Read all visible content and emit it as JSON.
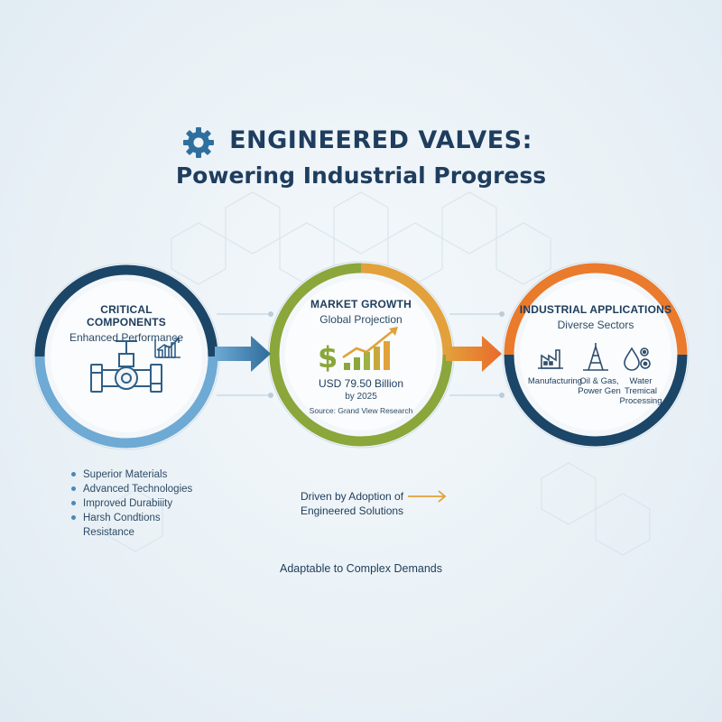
{
  "title": {
    "line1": "ENGINEERED VALVES:",
    "line2": "Powering Industrial Progress",
    "icon": "gear-icon"
  },
  "circles": [
    {
      "heading": "CRITICAL COMPONENTS",
      "subheading": "Enhanced Performance",
      "icons": [
        "valve-icon",
        "bar-chart-icon"
      ],
      "colors": {
        "top": "#1c4668",
        "bottom": "#6eaad4"
      }
    },
    {
      "heading": "MARKET GROWTH",
      "subheading": "Global Projection",
      "value": "USD 79.50 Billion",
      "year": "by 2025",
      "source": "Source: Grand View Research",
      "icons": [
        "dollar-icon",
        "growth-chart-icon"
      ],
      "colors": {
        "left": "#8ba63a",
        "right": "#e2a13a"
      }
    },
    {
      "heading": "INDUSTRIAL APPLICATIONS",
      "subheading": "Diverse Sectors",
      "sectors": [
        {
          "label": "Manufacturing",
          "icon": "factory-icon"
        },
        {
          "label_line1": "Oil & Gas,",
          "label_line2": "Power Gen",
          "icon": "oil-rig-icon"
        },
        {
          "label_line1": "Water",
          "label_line2": "Tremical",
          "label_line3": "Processing",
          "icon": "water-gears-icon"
        }
      ],
      "colors": {
        "top": "#ea7a2c",
        "bottom": "#1c4668"
      }
    }
  ],
  "bullets": [
    "Superior Materials",
    "Advanced Technologies",
    "Improved Durabiiity",
    "Harsh Condtions",
    "Resistance"
  ],
  "driven_text": {
    "line1": "Driven by Adoption of",
    "line2": "Engineered Solutions"
  },
  "footer": "Adaptable to Complex Demands",
  "colors": {
    "navy": "#1c4668",
    "light_blue": "#6eaad4",
    "green": "#8ba63a",
    "amber": "#e2a13a",
    "orange": "#ea7a2c"
  }
}
